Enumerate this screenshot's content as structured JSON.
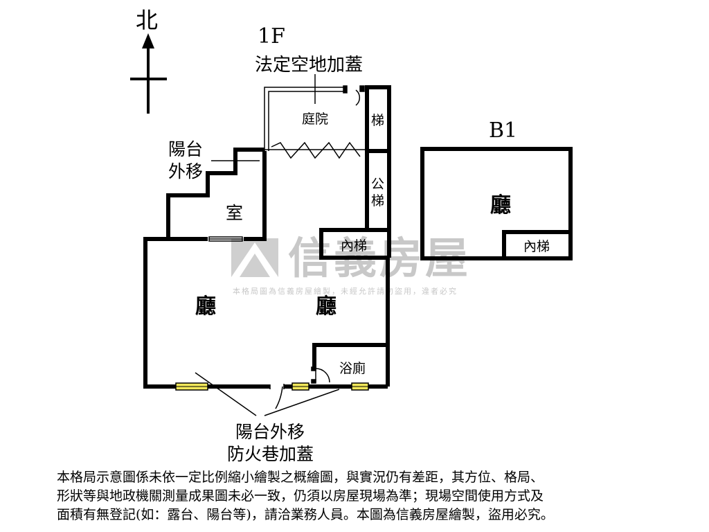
{
  "compass": {
    "north_label": "北"
  },
  "floors": {
    "f1": {
      "title": "1F",
      "legal_space_addition": "法定空地加蓋",
      "yard": "庭院",
      "stairs": "梯",
      "public_stairs_1": "公",
      "public_stairs_2": "梯",
      "balcony_shift_1": "陽台",
      "balcony_shift_2": "外移",
      "room": "室",
      "interior_stairs": "內梯",
      "hall_left": "廳",
      "hall_right": "廳",
      "bathroom": "浴廁",
      "bottom_note_1": "陽台外移",
      "bottom_note_2": "防火巷加蓋"
    },
    "b1": {
      "title": "B1",
      "hall": "廳",
      "interior_stairs": "內梯"
    }
  },
  "watermark": {
    "brand": "信義房屋",
    "notice": "本格局圖為信義房屋繪製，未經允許請勿盜用，違者必究"
  },
  "disclaimer": {
    "line1": "本格局示意圖係未依一定比例縮小繪製之概繪圖，與實況仍有差距，其方位、格局、",
    "line2": "形狀等與地政機關測量成果圖未必一致，仍須以房屋現場為準；現場空間使用方式及",
    "line3": "面積有無登記(如：露台、陽台等)，請洽業務人員。本圖為信義房屋繪製，盜用必究。"
  },
  "colors": {
    "wall": "#000000",
    "window": "#f2e85a",
    "watermark": "#c8c8c8"
  }
}
